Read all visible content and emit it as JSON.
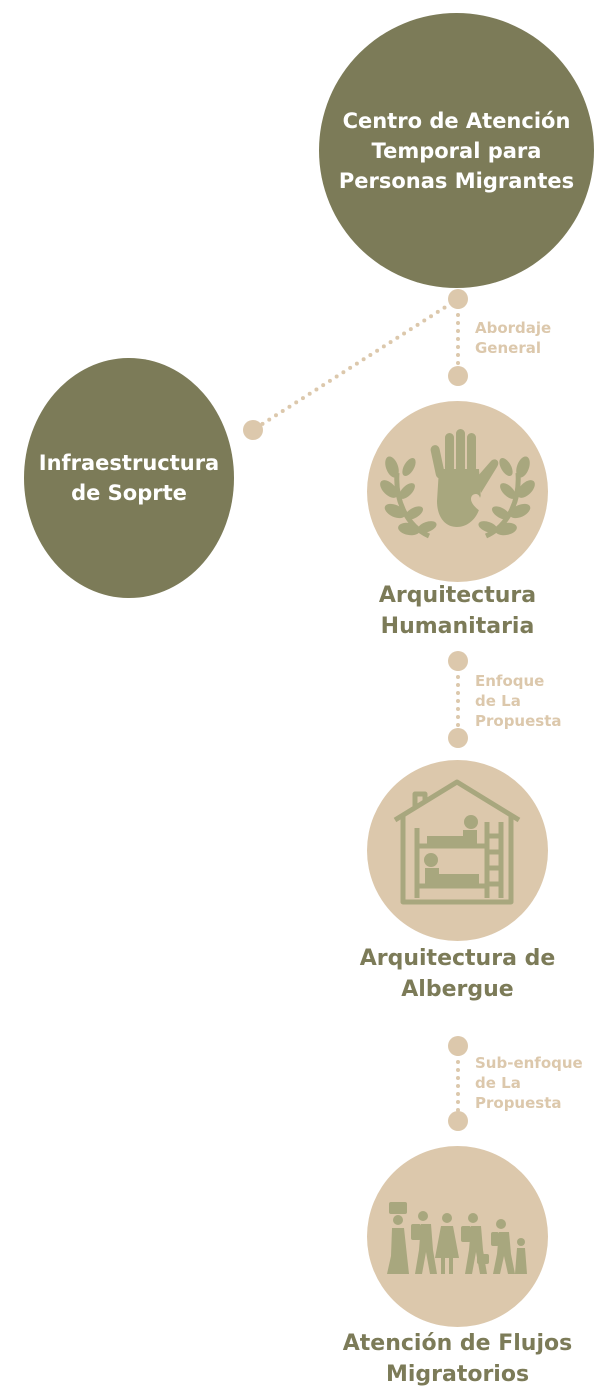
{
  "nodes": {
    "top": {
      "label": "Centro de Atención\nTemporal para\nPersonas Migrantes"
    },
    "left": {
      "label": "Infraestructura\nde Soprte"
    },
    "humanitaria": {
      "label": "Arquitectura\nHumanitaria",
      "icon": "hand-heart-laurel-icon"
    },
    "albergue": {
      "label": "Arquitectura de\nAlbergue",
      "icon": "shelter-bunk-bed-icon"
    },
    "flujos": {
      "label": "Atención de Flujos\nMigratorios",
      "icon": "migrant-group-icon"
    }
  },
  "connectors": {
    "abordaje": "Abordaje\nGeneral",
    "enfoque": "Enfoque\nde La\nPropuesta",
    "subenfoque": "Sub-enfoque\nde La\nPropuesta"
  },
  "colors": {
    "olive": "#7c7b58",
    "beige": "#dcc8ac",
    "icon_fill": "#a8a77e"
  }
}
